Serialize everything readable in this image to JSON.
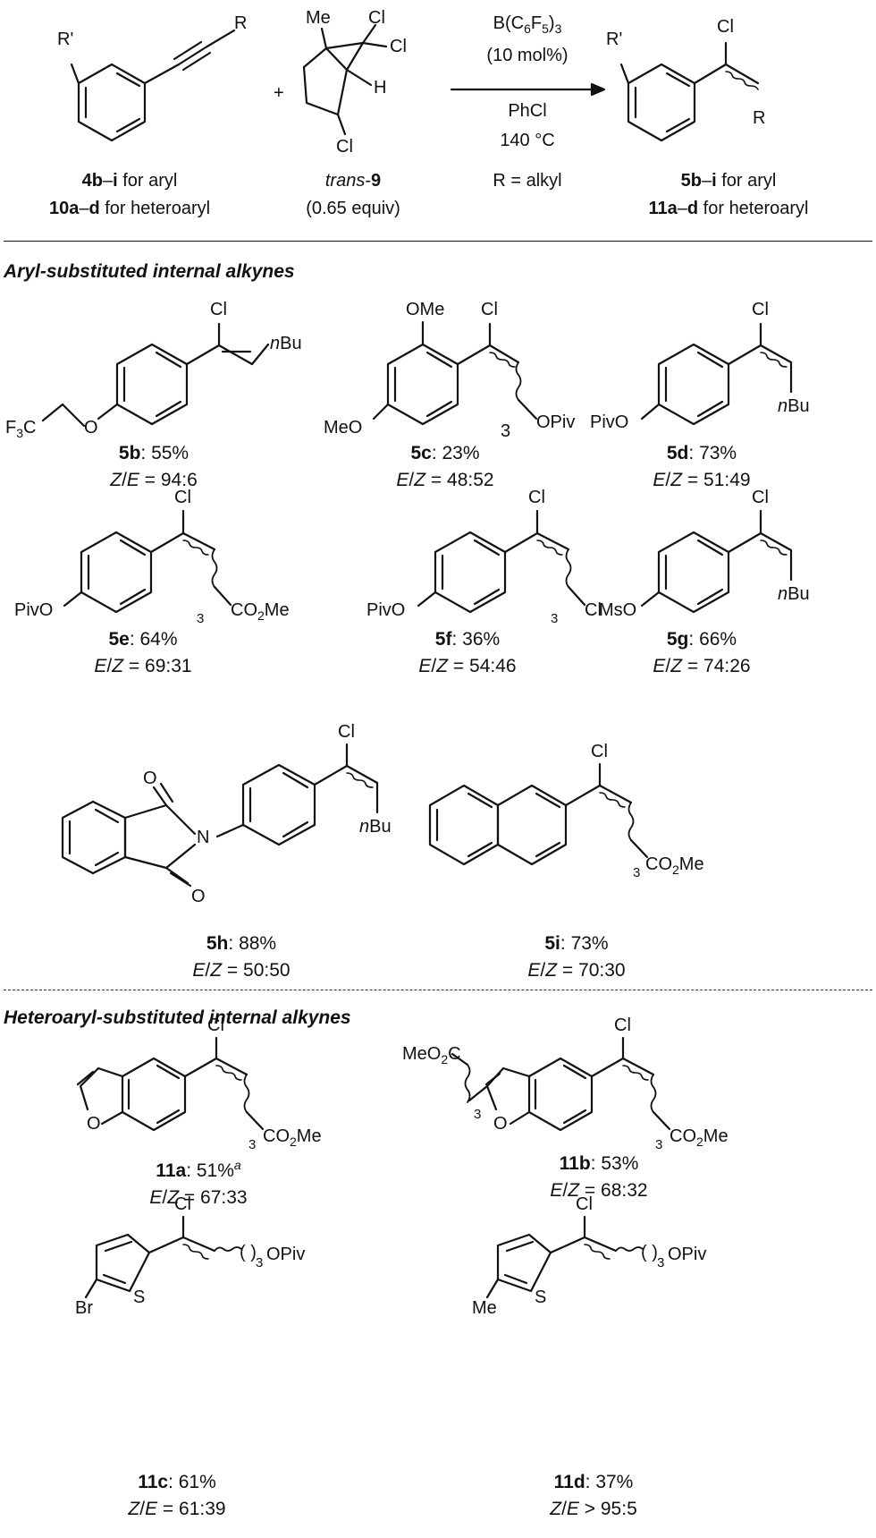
{
  "scheme": {
    "substrate": {
      "r_prime": "R'",
      "r": "R",
      "caption_line1_id": "4b",
      "caption_line1_dash": "–",
      "caption_line1_id2": "i",
      "caption_line1_text": " for aryl",
      "caption_line2_id": "10a",
      "caption_line2_dash": "–",
      "caption_line2_id2": "d",
      "caption_line2_text": " for heteroaryl"
    },
    "plus": "+",
    "reagent": {
      "me": "Me",
      "cl_top1": "Cl",
      "cl_top2": "Cl",
      "h": "H",
      "cl_bottom": "Cl",
      "caption_italic": "trans",
      "caption_dash": "-",
      "caption_id": "9",
      "caption_equiv": "(0.65 equiv)"
    },
    "conditions": {
      "catalyst_prefix": "B(C",
      "catalyst_sub1": "6",
      "catalyst_mid": "F",
      "catalyst_sub2": "5",
      "catalyst_suffix": ")",
      "catalyst_sub3": "3",
      "loading": "(10 mol%)",
      "solvent": "PhCl",
      "temperature": "140 °C",
      "r_definition": "R = alkyl"
    },
    "product": {
      "r_prime": "R'",
      "cl": "Cl",
      "r": "R",
      "caption_line1_id": "5b",
      "caption_line1_dash": "–",
      "caption_line1_id2": "i",
      "caption_line1_text": " for aryl",
      "caption_line2_id": "11a",
      "caption_line2_dash": "–",
      "caption_line2_id2": "d",
      "caption_line2_text": " for heteroaryl"
    }
  },
  "sections": {
    "aryl": "Aryl-substituted internal alkynes",
    "heteroaryl": "Heteroaryl-substituted internal alkynes"
  },
  "atoms": {
    "cl": "Cl",
    "nbu_n": "n",
    "nbu_bu": "Bu",
    "f3c_f": "F",
    "f3c_sub": "3",
    "f3c_c": "C",
    "o": "O",
    "ome": "OMe",
    "meo": "MeO",
    "pivo": "PivO",
    "opiv": "OPiv",
    "co2me_pre": "CO",
    "co2me_sub": "2",
    "co2me_post": "Me",
    "meo2c_pre": "MeO",
    "meo2c_sub": "2",
    "meo2c_post": "C",
    "three": "3",
    "mso": "MsO",
    "n": "N",
    "s": "S",
    "br": "Br",
    "me": "Me"
  },
  "compounds": [
    {
      "id": "5b",
      "yield": ": 55%",
      "ratio_a": "Z",
      "ratio_b": "E",
      "ratio_value": " = 94:6"
    },
    {
      "id": "5c",
      "yield": ": 23%",
      "ratio_a": "E",
      "ratio_b": "Z",
      "ratio_value": " = 48:52"
    },
    {
      "id": "5d",
      "yield": ": 73%",
      "ratio_a": "E",
      "ratio_b": "Z",
      "ratio_value": " = 51:49"
    },
    {
      "id": "5e",
      "yield": ": 64%",
      "ratio_a": "E",
      "ratio_b": "Z",
      "ratio_value": " = 69:31"
    },
    {
      "id": "5f",
      "yield": ": 36%",
      "ratio_a": "E",
      "ratio_b": "Z",
      "ratio_value": " = 54:46"
    },
    {
      "id": "5g",
      "yield": ": 66%",
      "ratio_a": "E",
      "ratio_b": "Z",
      "ratio_value": " = 74:26"
    },
    {
      "id": "5h",
      "yield": ": 88%",
      "ratio_a": "E",
      "ratio_b": "Z",
      "ratio_value": " = 50:50"
    },
    {
      "id": "5i",
      "yield": ": 73%",
      "ratio_a": "E",
      "ratio_b": "Z",
      "ratio_value": " = 70:30"
    },
    {
      "id": "11a",
      "yield": ": 51%",
      "footnote": "a",
      "ratio_a": "E",
      "ratio_b": "Z",
      "ratio_value": " = 67:33"
    },
    {
      "id": "11b",
      "yield": ": 53%",
      "ratio_a": "E",
      "ratio_b": "Z",
      "ratio_value": " = 68:32"
    },
    {
      "id": "11c",
      "yield": ": 61%",
      "ratio_a": "Z",
      "ratio_b": "E",
      "ratio_value": " = 61:39"
    },
    {
      "id": "11d",
      "yield": ": 37%",
      "ratio_a": "Z",
      "ratio_b": "E",
      "ratio_value": " > 95:5"
    }
  ]
}
